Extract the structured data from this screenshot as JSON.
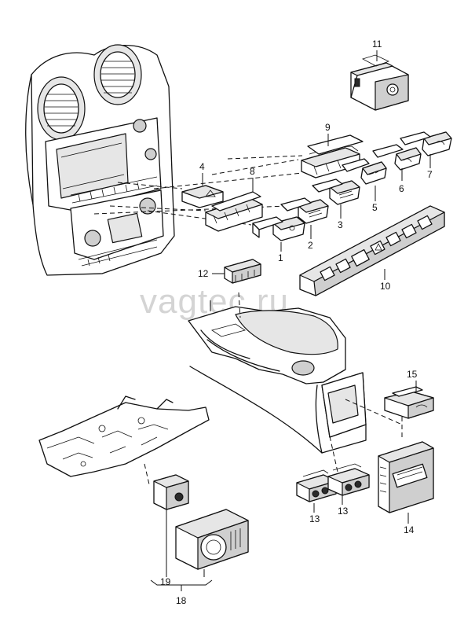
{
  "watermark": "vagtec.ru",
  "callouts": {
    "c1": "1",
    "c2": "2",
    "c3": "3",
    "c4": "4",
    "c5": "5",
    "c6": "6",
    "c7": "7",
    "c8": "8",
    "c9": "9",
    "c10": "10",
    "c11": "11",
    "c12": "12",
    "c13a": "13",
    "c13b": "13",
    "c14": "14",
    "c15": "15",
    "c18": "18",
    "c19": "19"
  }
}
